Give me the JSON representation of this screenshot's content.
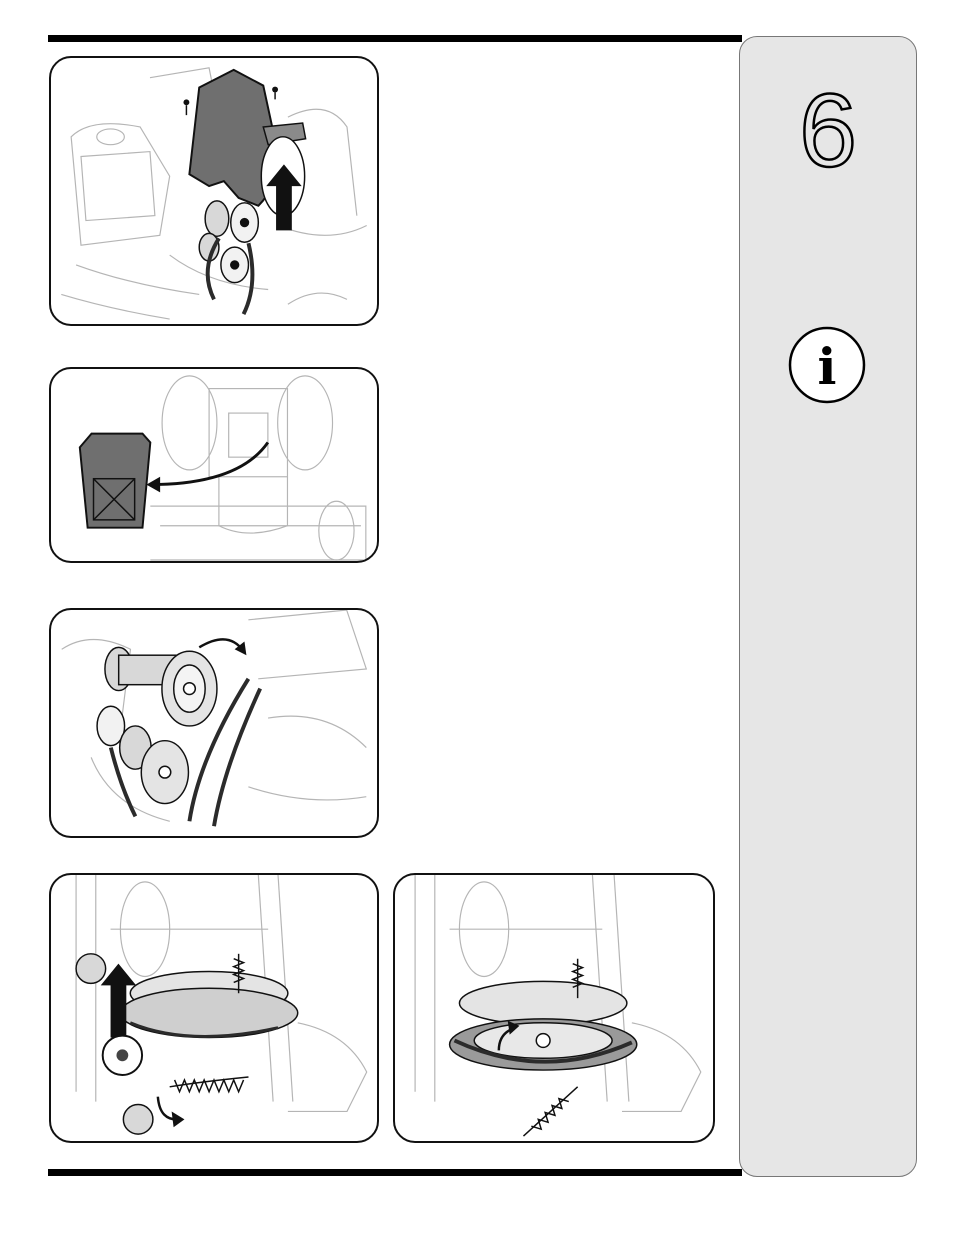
{
  "page": {
    "chapter_number": "6",
    "info_icon_letter": "i",
    "colors": {
      "sidebar_bg": "#e6e6e6",
      "rule": "#000000",
      "guard": "#6f6f6f",
      "belt": "#2b2b2b"
    }
  },
  "figures": [
    {
      "name": "belt-guard-removal",
      "icons": [
        "belt-guard",
        "screw-icon",
        "up-arrow-icon"
      ]
    },
    {
      "name": "belt-guard-detached",
      "icons": [
        "belt-guard",
        "curved-arrow-icon"
      ]
    },
    {
      "name": "belt-off-pulley",
      "icons": [
        "pulley",
        "belt",
        "curved-arrow-icon"
      ]
    },
    {
      "name": "idler-bracket-spring",
      "icons": [
        "callout-circle",
        "up-arrow-icon",
        "spring",
        "curved-arrow-icon"
      ]
    },
    {
      "name": "belt-around-pulley",
      "icons": [
        "pulley",
        "belt",
        "spring",
        "curved-arrow-icon"
      ]
    }
  ]
}
